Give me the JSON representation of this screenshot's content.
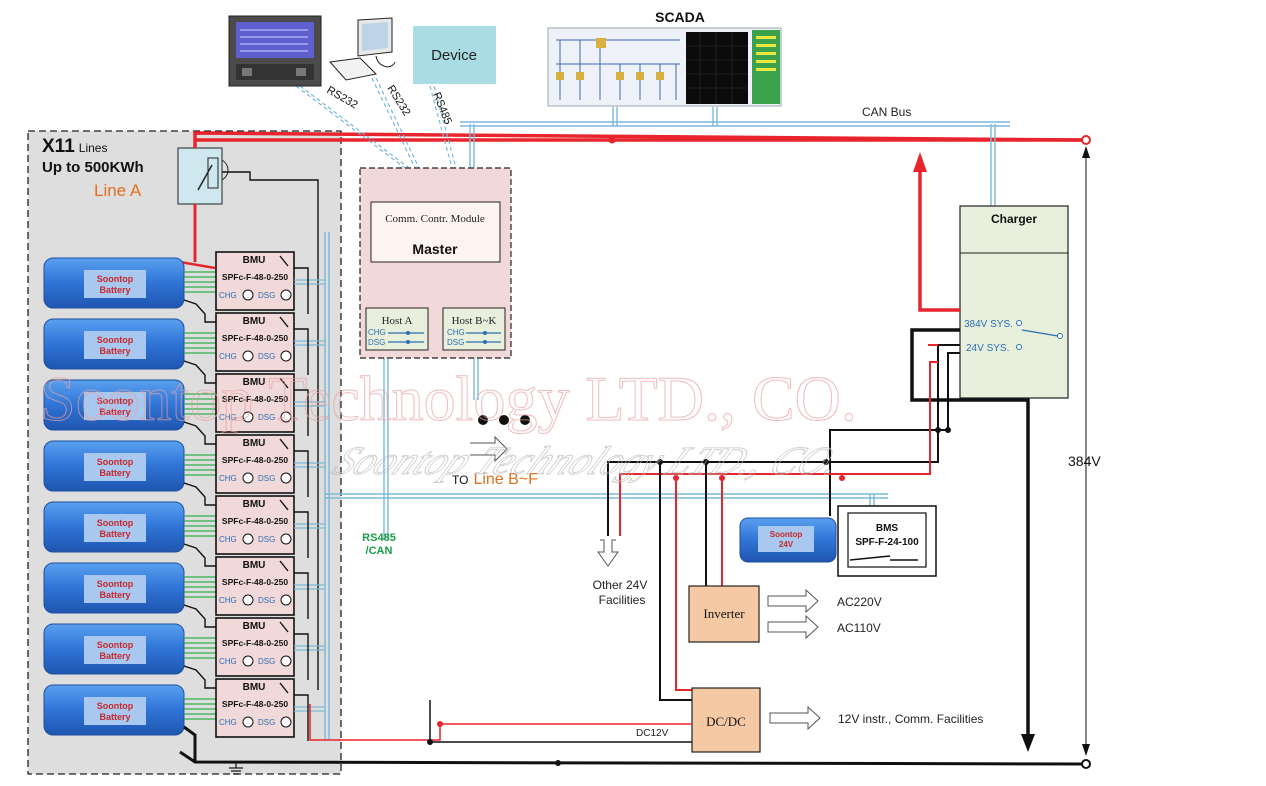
{
  "scada": {
    "title": "SCADA"
  },
  "links": {
    "rs232_a": "RS232",
    "rs232_b": "RS232",
    "rs485": "RS485",
    "rs485_can": [
      "RS485",
      "/CAN"
    ],
    "can_bus": "CAN Bus",
    "dc12v": "DC12V"
  },
  "device": {
    "label": "Device"
  },
  "group": {
    "count": "X11",
    "count_unit": "Lines",
    "capacity": "Up to 500KWh",
    "line_name": "Line A"
  },
  "battery_label": [
    "Soontop",
    "Battery"
  ],
  "bmu": {
    "title": "BMU",
    "model": "SPFc-F-48-0-250",
    "chg": "CHG",
    "dsg": "DSG"
  },
  "master": {
    "module": "Comm. Contr. Module",
    "title": "Master",
    "host_a": "Host A",
    "host_bk": "Host B~K",
    "chg": "CHG",
    "dsg": "DSG"
  },
  "to_line": {
    "prefix": "TO",
    "name": "Line B~F"
  },
  "charger": {
    "title": "Charger",
    "sys384": "384V SYS.",
    "sys24": "24V SYS."
  },
  "bms": {
    "title": "BMS",
    "model": "SPF-F-24-100",
    "battery": [
      "Soontop",
      "24V"
    ]
  },
  "facilities": {
    "other": [
      "Other 24V",
      "Facilities"
    ]
  },
  "inverter": {
    "label": "Inverter",
    "ac220": "AC220V",
    "ac110": "AC110V"
  },
  "dcdc": {
    "label": "DC/DC",
    "out": "12V instr., Comm. Facilities"
  },
  "bus_voltage": "384V",
  "watermark": {
    "line1": "Soontop Technology LTD., CO.",
    "line2": "Soontop Technology LTD., CO."
  },
  "colors": {
    "dc_red": "#e8242c",
    "bus_black": "#111111",
    "comm_blue": "#7ab8d8",
    "master_fill": "#f2d9d9",
    "charger_fill": "#e8efdc",
    "inverter_fill": "#f6c9a5",
    "battery_blue": "#2f74d6",
    "group_gray": "#dedede",
    "line_orange": "#e2701d",
    "rs485_green": "#1a9e48"
  }
}
